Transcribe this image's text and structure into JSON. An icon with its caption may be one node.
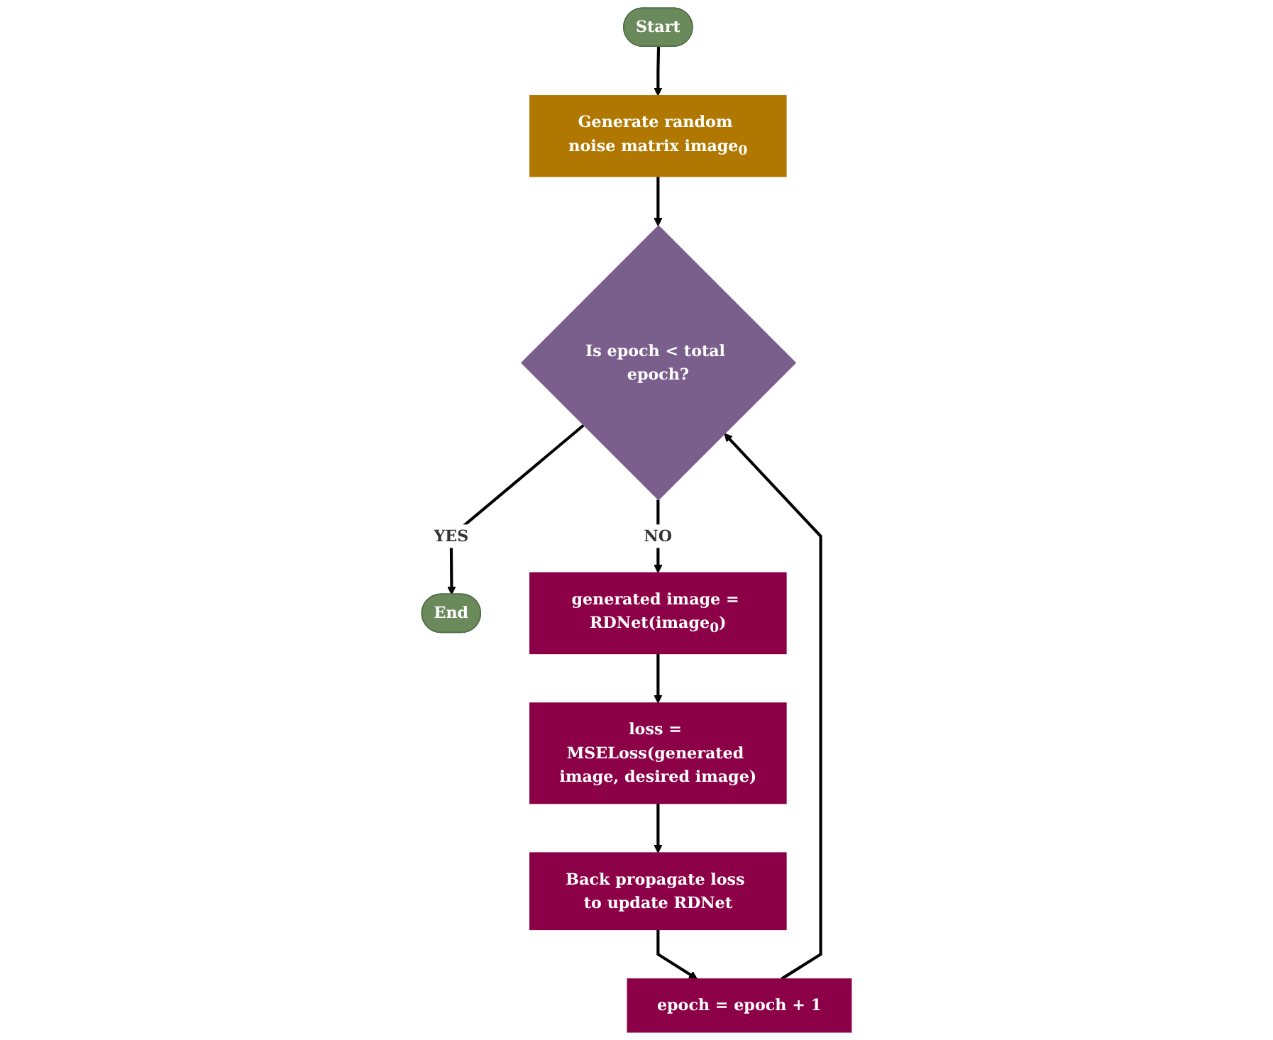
{
  "diagram": {
    "nodes": [
      {
        "text": [
          "Start"
        ]
      },
      {
        "text": [
          "Generate random noise matrix image$_{0}$"
        ]
      },
      {
        "text": [
          "Is epoch < total epoch?"
        ]
      },
      {
        "text": [
          "End"
        ]
      },
      {
        "text": [
          "generated image = RDNet(image$_{0}$)"
        ]
      },
      {
        "text": [
          "loss = MSELoss(generated image, desired image)"
        ]
      },
      {
        "text": [
          "Back propagate loss to update RDNet"
        ]
      },
      {
        "text": [
          "epoch = epoch + 1"
        ]
      }
    ],
    "edges": [
      {
        "from": 0,
        "to": 1,
        "arrow": "to"
      },
      {
        "from": 1,
        "to": 2,
        "arrow": "to"
      },
      {
        "from": 2,
        "to": 3,
        "label": "YES",
        "arrow": "to"
      },
      {
        "from": 2,
        "to": 4,
        "label": "NO",
        "arrow": "to"
      },
      {
        "from": 4,
        "to": 5,
        "arrow": "to"
      },
      {
        "from": 5,
        "to": 6,
        "arrow": "to"
      },
      {
        "from": 6,
        "to": 7,
        "arrow": "to"
      },
      {
        "from": 7,
        "to": 2,
        "arrow": "to"
      }
    ]
  }
}
